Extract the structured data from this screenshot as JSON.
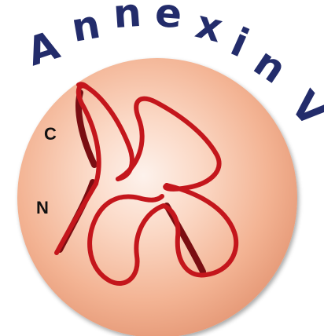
{
  "title": {
    "letters": [
      "A",
      "n",
      "n",
      "e",
      "x",
      "i",
      "n",
      " ",
      "V"
    ]
  },
  "labels": {
    "c_terminus": "C",
    "n_terminus": "N"
  },
  "colors": {
    "title_text": "#232c6b",
    "sphere_light": "#fdf2ec",
    "sphere_mid": "#f7c3a9",
    "sphere_dark": "#e69a78",
    "ribbon_front": "#c4161c",
    "ribbon_back": "#7a0e12",
    "label_text": "#111111"
  }
}
